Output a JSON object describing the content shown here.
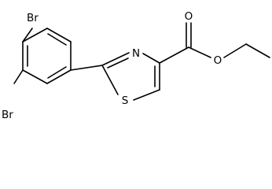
{
  "structure": {
    "atoms": {
      "br_top": "Br",
      "br_bottom": "Br",
      "n": "N",
      "s": "S",
      "o_carbonyl": "O",
      "o_ester": "O"
    }
  }
}
